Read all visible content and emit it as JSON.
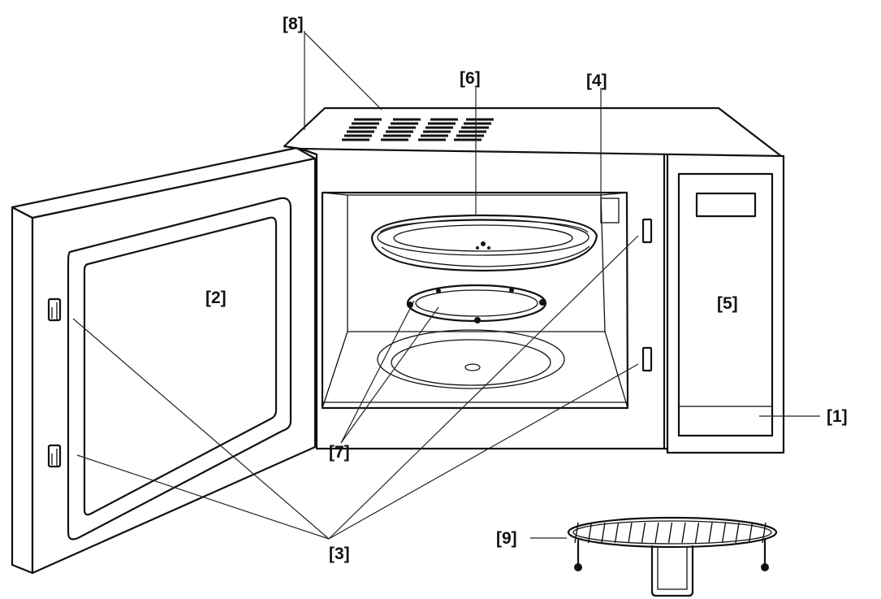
{
  "diagram": {
    "labels": {
      "control_panel": "[1]",
      "door": "[2]",
      "door_latches": "[3]",
      "waveguide_cover": "[4]",
      "control_panel_area": "[5]",
      "glass_tray": "[6]",
      "roller_ring": "[7]",
      "vents": "[8]",
      "grill_rack": "[9]"
    }
  }
}
